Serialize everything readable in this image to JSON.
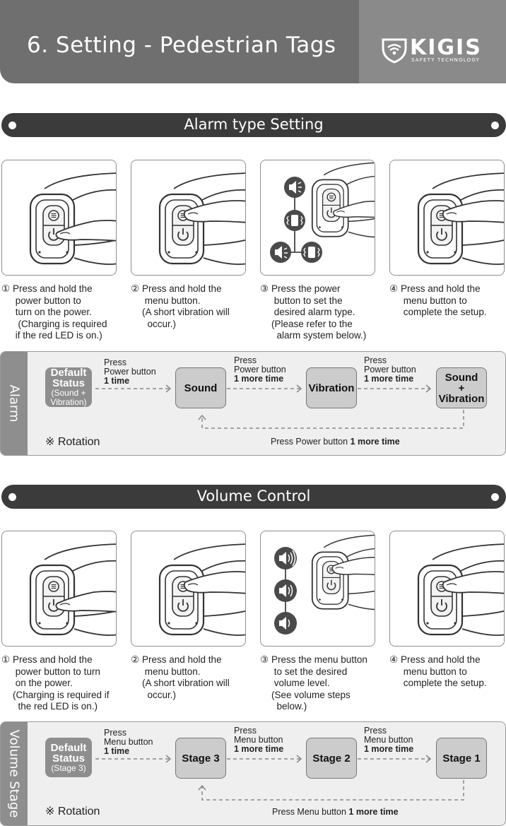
{
  "header": {
    "title": "6. Setting - Pedestrian Tags",
    "logo": {
      "word": "KIGIS",
      "tagline": "SAFETY TECHNOLOGY"
    }
  },
  "alarm_section": {
    "title": "Alarm type Setting",
    "steps": [
      {
        "num": "①",
        "text": "Press and hold the\n power button to\n turn on the power.\n  (Charging is required\n if the red LED is on.)"
      },
      {
        "num": "②",
        "text": "Press and hold the\n menu button.\n(A short vibration will\n  occur.)"
      },
      {
        "num": "③",
        "text": "Press the power\n button to set the\n desired alarm type.\n(Please refer to the\n  alarm system below.)"
      },
      {
        "num": "④",
        "text": "Press and hold the\n menu button to\n complete the setup."
      }
    ],
    "flow": {
      "side_label": "Alarm",
      "default_title": "Default\nStatus",
      "default_sub": "(Sound +\nVibration)",
      "states": [
        "Sound",
        "Vibration",
        "Sound\n+\nVibration"
      ],
      "press_labels": [
        {
          "line1": "Press",
          "line2": "Power button",
          "bold": "1 time"
        },
        {
          "line1": "Press",
          "line2": "Power button",
          "bold": "1 more time"
        },
        {
          "line1": "Press",
          "line2": "Power button",
          "bold": "1 more time"
        }
      ],
      "rotation": "※ Rotation",
      "return_prefix": "Press Power button",
      "return_bold": "1 more time"
    }
  },
  "volume_section": {
    "title": "Volume Control",
    "steps": [
      {
        "num": "①",
        "text": "Press and hold the\n power button to turn\n on the power.\n(Charging is required if\n  the red LED is on.)"
      },
      {
        "num": "②",
        "text": "Press and hold the\n menu button.\n(A short vibration will\n  occur.)"
      },
      {
        "num": "③",
        "text": "Press the menu button\n to set the desired\n volume level.\n(See volume steps\n  below.)"
      },
      {
        "num": "④",
        "text": "Press and hold the\n menu button to\n complete the setup."
      }
    ],
    "flow": {
      "side_label": "Volume Stage",
      "default_title": "Default\nStatus",
      "default_sub": "(Stage 3)",
      "states": [
        "Stage 3",
        "Stage 2",
        "Stage 1"
      ],
      "press_labels": [
        {
          "line1": "Press",
          "line2": "Menu button",
          "bold": "1 time"
        },
        {
          "line1": "Press",
          "line2": "Menu button",
          "bold": "1 more time"
        },
        {
          "line1": "Press",
          "line2": "Menu button",
          "bold": "1 more time"
        }
      ],
      "rotation": "※ Rotation",
      "return_prefix": "Press Menu button",
      "return_bold": "1 more time"
    }
  },
  "icons": [
    "speaker-icon",
    "vibration-icon",
    "speaker-vibration-icon",
    "volume-high-icon",
    "volume-medium-icon",
    "volume-low-icon",
    "power-icon",
    "menu-icon"
  ],
  "colors": {
    "header_dark": "#6f6f6f",
    "header_light": "#8a8a8a",
    "bar": "#3b3b3b",
    "panel": "#efefef",
    "state_box": "#cccccc",
    "default_box": "#8e8e8e"
  }
}
